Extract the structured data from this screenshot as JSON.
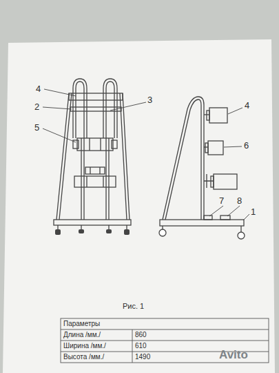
{
  "diagram": {
    "labels": [
      "4",
      "2",
      "5",
      "3",
      "4",
      "6",
      "7",
      "8",
      "1",
      "Рис. 1",
      "Параметры",
      "Длина /мм./",
      "860",
      "Ширина /мм./",
      "610",
      "Высота /мм./",
      "1490",
      "Avito"
    ]
  }
}
